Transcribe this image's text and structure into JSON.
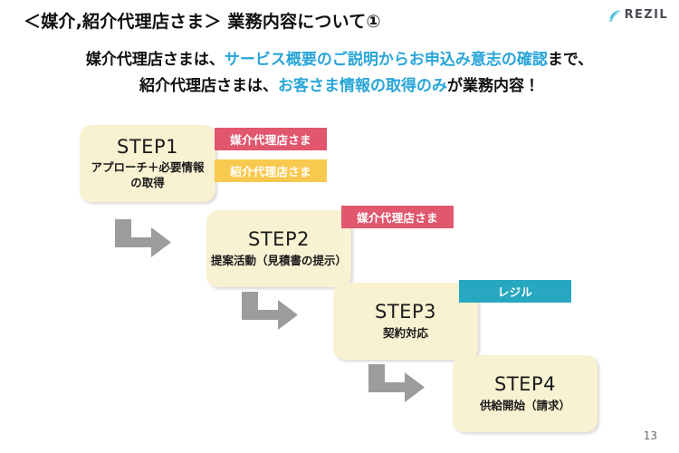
{
  "slide": {
    "title": "＜媒介,紹介代理店さま＞ 業務内容について①",
    "page_number": "13",
    "brand": {
      "logo_text": "REZIL",
      "logo_icon": "rezil-swoosh-icon"
    },
    "colors": {
      "highlight_blue": "#29a5d8",
      "badge_red": "#e0576e",
      "badge_yellow": "#f8c94f",
      "badge_teal": "#27a8c0",
      "step_box_fill": "#f8f2d2",
      "arrow_gray": "#9c9c9c",
      "text_dark": "#101010"
    }
  },
  "lead": {
    "line1": {
      "pre": "媒介代理店さまは、",
      "highlight": "サービス概要のご説明からお申込み意志の確認",
      "post": "まで、"
    },
    "line2": {
      "pre": "紹介代理店さまは、",
      "highlight": "お客さま情報の取得のみ",
      "post": "が業務内容！"
    }
  },
  "steps": [
    {
      "id": "step1",
      "title": "STEP1",
      "subtitle": "アプローチ＋必要情報\nの取得",
      "badges": [
        {
          "label": "媒介代理店さま",
          "color": "red"
        },
        {
          "label": "紹介代理店さま",
          "color": "yellow"
        }
      ]
    },
    {
      "id": "step2",
      "title": "STEP2",
      "subtitle": "提案活動（見積書の提示）",
      "badges": [
        {
          "label": "媒介代理店さま",
          "color": "red"
        }
      ]
    },
    {
      "id": "step3",
      "title": "STEP3",
      "subtitle": "契約対応",
      "badges": [
        {
          "label": "レジル",
          "color": "teal"
        }
      ]
    },
    {
      "id": "step4",
      "title": "STEP4",
      "subtitle": "供給開始（請求）",
      "badges": []
    }
  ],
  "arrows": [
    {
      "name": "arrow-step1-to-step2"
    },
    {
      "name": "arrow-step2-to-step3"
    },
    {
      "name": "arrow-step3-to-step4"
    }
  ]
}
